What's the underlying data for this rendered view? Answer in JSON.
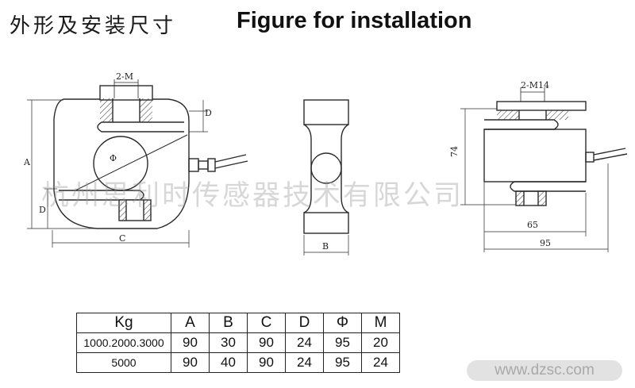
{
  "title": {
    "cn": "外形及安装尺寸",
    "en": "Figure for installation"
  },
  "watermark": "杭州思利时传感器技术有限公司",
  "site": "www.dzsc.com",
  "labels": {
    "front_thread": "2-M",
    "dim_d": "D",
    "dim_a": "A",
    "dim_c": "C",
    "dim_phi": "Φ",
    "dim_b": "B",
    "right_thread": "2-M14",
    "dim_74": "74",
    "dim_65": "65",
    "dim_95": "95"
  },
  "table": {
    "headers": [
      "Kg",
      "A",
      "B",
      "C",
      "D",
      "Φ",
      "M"
    ],
    "rows": [
      [
        "1000.2000.3000",
        "90",
        "30",
        "90",
        "24",
        "95",
        "20"
      ],
      [
        "5000",
        "90",
        "40",
        "90",
        "24",
        "95",
        "24"
      ]
    ]
  },
  "colors": {
    "line": "#2a2a2a",
    "watermark": "#969696",
    "site_bg": "#e2e2e2"
  }
}
